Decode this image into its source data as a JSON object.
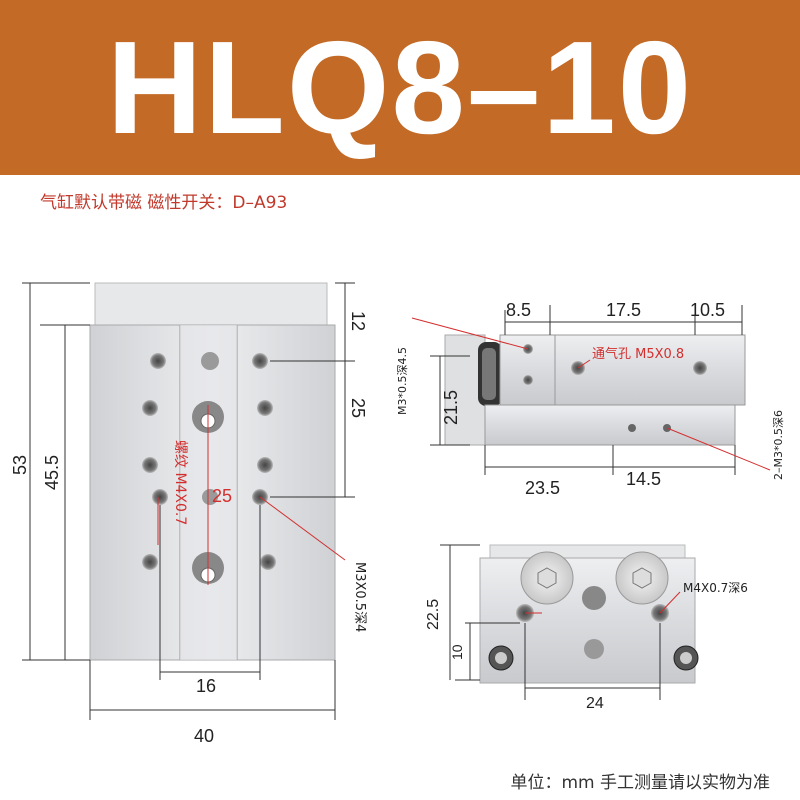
{
  "title": "HLQ8–10",
  "subtitle": "气缸默认带磁  磁性开关：D–A93",
  "footer": "单位：mm  手工测量请以实物为准",
  "front_view": {
    "dim_53": "53",
    "dim_45_5": "45.5",
    "dim_12": "12",
    "dim_25_right": "25",
    "dim_25_center": "25",
    "dim_16": "16",
    "dim_40": "40",
    "thread_label": "螺纹 M4X0.7",
    "hole_label": "M3X0.5深4"
  },
  "side_view": {
    "dim_8_5": "8.5",
    "dim_17_5": "17.5",
    "dim_10_5": "10.5",
    "dim_21_5": "21.5",
    "dim_23_5": "23.5",
    "dim_14_5": "14.5",
    "air_hole": "通气孔 M5X0.8",
    "left_hole": "M3*0.5深4.5",
    "right_hole": "2–M3*0.5深6"
  },
  "end_view": {
    "dim_22_5": "22.5",
    "dim_10": "10",
    "dim_24": "24",
    "hole_label": "M4X0.7深6"
  }
}
